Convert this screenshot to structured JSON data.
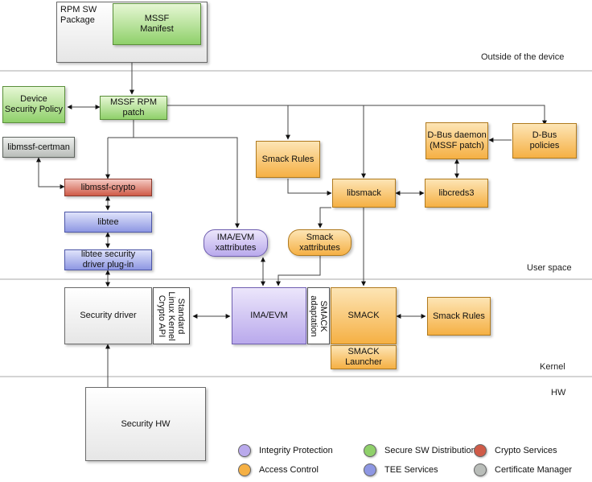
{
  "zones": {
    "outside": "Outside of the device",
    "user_space": "User space",
    "kernel": "Kernel",
    "hw": "HW"
  },
  "nodes": {
    "rpm_pkg": "RPM SW\nPackage",
    "mssf_manifest": "MSSF\nManifest",
    "device_policy": "Device\nSecurity Policy",
    "mssf_rpm_patch": "MSSF RPM\npatch",
    "libmssf_certman": "libmssf-certman",
    "smack_rules_top": "Smack Rules",
    "dbus_daemon": "D-Bus daemon\n(MSSF patch)",
    "dbus_policies": "D-Bus\npolicies",
    "libmssf_crypto": "libmssf-crypto",
    "libsmack": "libsmack",
    "libcreds3": "libcreds3",
    "libtee": "libtee",
    "libtee_plugin": "libtee security\ndriver plug-in",
    "ima_xattr": "IMA/EVM\nxattributes",
    "smack_xattr": "Smack\nxattributes",
    "security_driver": "Security driver",
    "linux_crypto_api": "Standard\nLinux Kernel\nCrypto API",
    "ima_evm": "IMA/EVM",
    "smack_adaptation": "SMACK\nadaptation",
    "smack": "SMACK",
    "smack_launcher": "SMACK\nLauncher",
    "smack_rules_kernel": "Smack Rules",
    "security_hw": "Security HW"
  },
  "legend": [
    {
      "label": "Integrity Protection",
      "color": "#b9a9ec"
    },
    {
      "label": "Secure SW Distribution",
      "color": "#8fd06a"
    },
    {
      "label": "Crypto Services",
      "color": "#cf5b48"
    },
    {
      "label": "Access Control",
      "color": "#f5b044"
    },
    {
      "label": "TEE Services",
      "color": "#8e97e3"
    },
    {
      "label": "Certificate Manager",
      "color": "#b9bdb9"
    }
  ]
}
